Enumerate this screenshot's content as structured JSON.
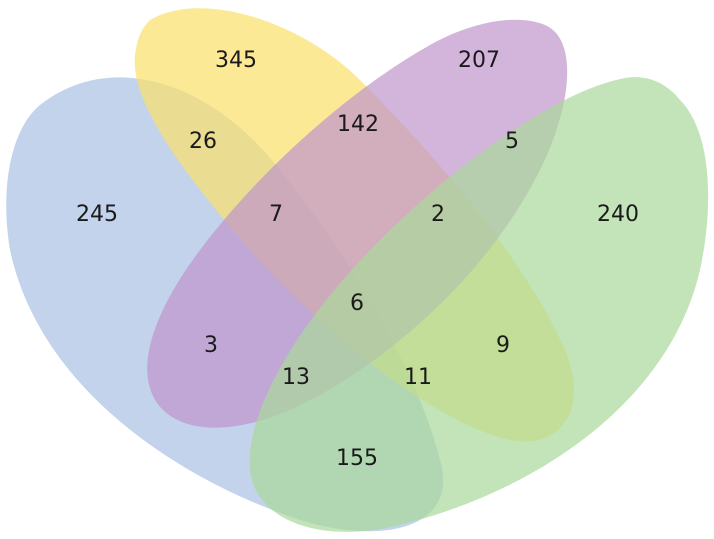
{
  "sets": [
    {
      "id": "blue",
      "color": "#aac0e4",
      "opacity": 0.7
    },
    {
      "id": "yellow",
      "color": "#fbe06a",
      "opacity": 0.7
    },
    {
      "id": "purple",
      "color": "#c194cc",
      "opacity": 0.7
    },
    {
      "id": "green",
      "color": "#a9d99a",
      "opacity": 0.7
    }
  ],
  "regions": {
    "blue_only": "245",
    "yellow_only": "345",
    "purple_only": "207",
    "green_only": "240",
    "blue_yellow": "26",
    "yellow_purple": "142",
    "purple_green": "5",
    "blue_yellow_purple": "7",
    "yellow_purple_green": "2",
    "all_four": "6",
    "blue_purple": "3",
    "yellow_green": "9",
    "blue_purple_green": "13",
    "blue_yellow_green": "11",
    "blue_green": "155"
  }
}
